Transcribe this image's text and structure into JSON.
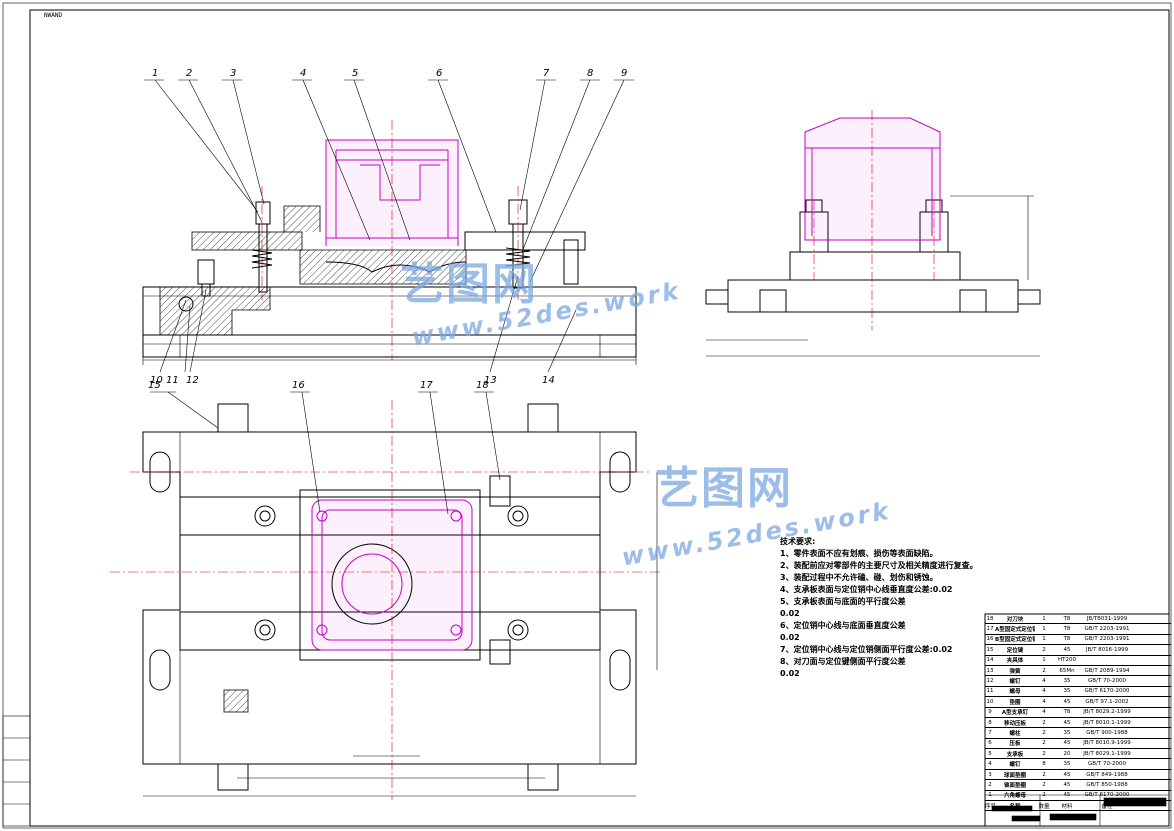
{
  "corner_label": "NWAND",
  "part_labels": [
    "1",
    "2",
    "3",
    "4",
    "5",
    "6",
    "7",
    "8",
    "9",
    "10",
    "11",
    "12",
    "13",
    "14",
    "15",
    "16",
    "17",
    "18"
  ],
  "tech_title": "技术要求:",
  "tech_requirements": [
    "1、零件表面不应有划痕、损伤等表面缺陷。",
    "2、装配前应对零部件的主要尺寸及相关精度进行复查。",
    "3、装配过程中不允许磕、碰、划伤和锈蚀。",
    "4、支承板表面与定位销中心线垂直度公差:0.02",
    "5、支承板表面与底面的平行度公差",
    "0.02",
    "6、定位销中心线与底面垂直度公差",
    "0.02",
    "7、定位销中心线与定位销侧面平行度公差:0.02",
    "8、对刀面与定位键侧面平行度公差",
    "0.02"
  ],
  "watermark": {
    "brand": "艺图网",
    "url": "www.52des.work"
  },
  "bom_rows": [
    {
      "no": "18",
      "name": "对刀块",
      "qty": "1",
      "mat": "T8",
      "std": "JB/T8031-1999"
    },
    {
      "no": "17",
      "name": "A型固定式定位销",
      "qty": "1",
      "mat": "T8",
      "std": "GB/T 2203-1991"
    },
    {
      "no": "16",
      "name": "B型固定式定位销",
      "qty": "1",
      "mat": "T8",
      "std": "GB/T 2203-1991"
    },
    {
      "no": "15",
      "name": "定位键",
      "qty": "2",
      "mat": "45",
      "std": "JB/T 8016-1999"
    },
    {
      "no": "14",
      "name": "夹具体",
      "qty": "1",
      "mat": "HT200",
      "std": ""
    },
    {
      "no": "13",
      "name": "弹簧",
      "qty": "2",
      "mat": "65Mn",
      "std": "GB/T 2089-1994"
    },
    {
      "no": "12",
      "name": "螺钉",
      "qty": "4",
      "mat": "35",
      "std": "GB/T 70-2000"
    },
    {
      "no": "11",
      "name": "螺母",
      "qty": "4",
      "mat": "35",
      "std": "GB/T 6170-2000"
    },
    {
      "no": "10",
      "name": "垫圈",
      "qty": "4",
      "mat": "45",
      "std": "GB/T 97.1-2002"
    },
    {
      "no": "9",
      "name": "A型支承钉",
      "qty": "4",
      "mat": "T8",
      "std": "JB/T 8029.2-1999"
    },
    {
      "no": "8",
      "name": "移动压板",
      "qty": "2",
      "mat": "45",
      "std": "JB/T 8010.1-1999"
    },
    {
      "no": "7",
      "name": "螺柱",
      "qty": "2",
      "mat": "35",
      "std": "GB/T 900-1988"
    },
    {
      "no": "6",
      "name": "压板",
      "qty": "2",
      "mat": "45",
      "std": "JB/T 8010.9-1999"
    },
    {
      "no": "5",
      "name": "支承板",
      "qty": "2",
      "mat": "20",
      "std": "JB/T 8029.1-1999"
    },
    {
      "no": "4",
      "name": "螺钉",
      "qty": "8",
      "mat": "35",
      "std": "GB/T 70-2000"
    },
    {
      "no": "3",
      "name": "球面垫圈",
      "qty": "2",
      "mat": "45",
      "std": "GB/T 849-1988"
    },
    {
      "no": "2",
      "name": "锥面垫圈",
      "qty": "2",
      "mat": "45",
      "std": "GB/T 850-1988"
    },
    {
      "no": "1",
      "name": "六角螺母",
      "qty": "2",
      "mat": "45",
      "std": "GB/T 6170-2000"
    }
  ],
  "bom_header": {
    "no": "序号",
    "name": "名称",
    "qty": "数量",
    "mat": "材料",
    "std": "备注"
  }
}
